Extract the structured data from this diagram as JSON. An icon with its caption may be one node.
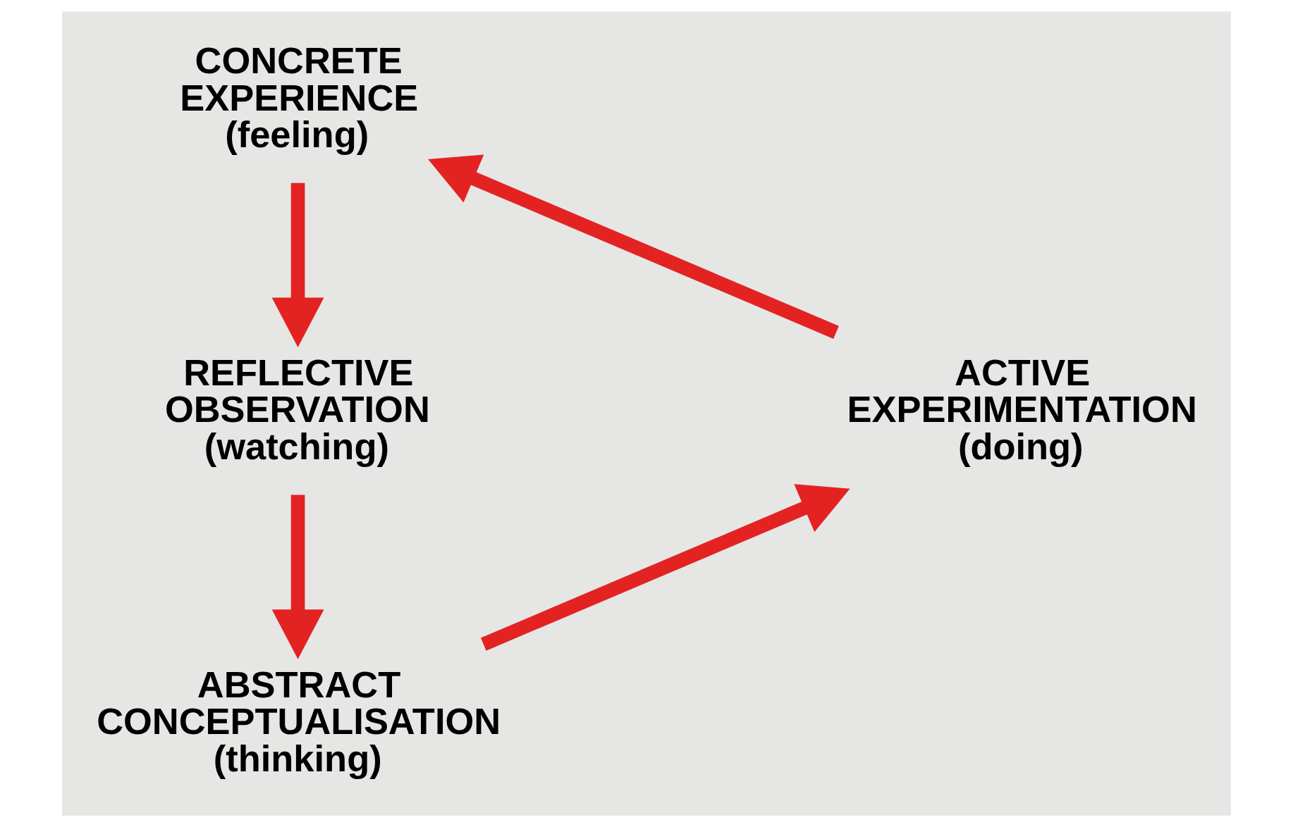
{
  "diagram": {
    "nodes": [
      {
        "text": [
          "CONCRETE EXPERIENCE",
          "(feeling)"
        ]
      },
      {
        "text": [
          "REFLECTIVE OBSERVATION",
          "(watching)"
        ]
      },
      {
        "text": [
          "ABSTRACT CONCEPTUALISATION",
          "(thinking)"
        ]
      },
      {
        "text": [
          "ACTIVE EXPERIMENTATION",
          "(doing)"
        ]
      }
    ],
    "edges": [
      {
        "from": 0,
        "to": 1,
        "arrow": "to"
      },
      {
        "from": 1,
        "to": 2,
        "arrow": "to"
      },
      {
        "from": 2,
        "to": 3,
        "arrow": "to"
      },
      {
        "from": 3,
        "to": 0,
        "arrow": "to"
      }
    ]
  }
}
